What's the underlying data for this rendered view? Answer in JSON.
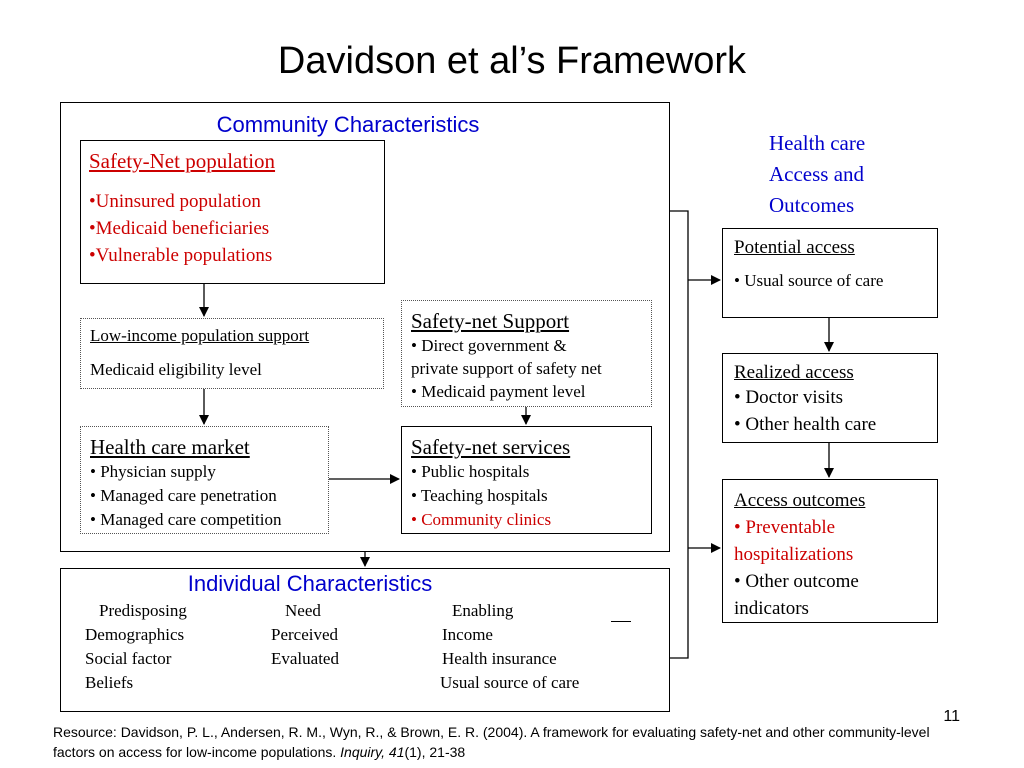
{
  "title": "Davidson et al’s Framework",
  "community": {
    "label": "Community Characteristics",
    "safety_net_population": {
      "title": "Safety-Net population",
      "items": [
        "•Uninsured population",
        "•Medicaid beneficiaries",
        "•Vulnerable populations"
      ]
    },
    "low_income_support": {
      "title": "Low-income population support",
      "item": "Medicaid eligibility level"
    },
    "safety_net_support": {
      "title": "Safety-net Support",
      "items": [
        "•  Direct government &",
        "private support of safety net",
        "•  Medicaid payment level"
      ]
    },
    "health_care_market": {
      "title": "Health care market",
      "items": [
        "• Physician supply",
        "• Managed care penetration",
        "• Managed care competition"
      ]
    },
    "safety_net_services": {
      "title": "Safety-net services",
      "items": [
        "•  Public hospitals",
        "•  Teaching hospitals"
      ],
      "highlight_item": "•  Community clinics"
    }
  },
  "individual": {
    "label": "Individual Characteristics",
    "headers": [
      "Predisposing",
      "Need",
      "Enabling"
    ],
    "columns": [
      [
        "Demographics",
        "Social factor",
        "Beliefs"
      ],
      [
        "Perceived",
        "Evaluated"
      ],
      [
        "Income",
        "Health insurance",
        "Usual source of care"
      ]
    ]
  },
  "outcomes": {
    "label_lines": [
      "Health care",
      "Access and",
      "Outcomes"
    ],
    "potential_access": {
      "title": "Potential access",
      "items": [
        "• Usual source of care"
      ]
    },
    "realized_access": {
      "title": "Realized access",
      "items": [
        "•  Doctor visits",
        "•  Other health care"
      ]
    },
    "access_outcomes": {
      "title": "Access outcomes",
      "red_lines": [
        "• Preventable",
        "hospitalizations"
      ],
      "items": [
        "• Other outcome",
        "indicators"
      ]
    }
  },
  "footnote": {
    "text": "Resource: Davidson, P. L., Andersen, R. M., Wyn, R., & Brown, E. R. (2004). A framework for evaluating safety-net and other community-level factors on access for low-income populations. ",
    "journal": "Inquiry, 41",
    "issue": "(1), 21-38"
  },
  "slide_number": "11",
  "colors": {
    "blue_label": "#0000cc",
    "red_text": "#cc0000"
  }
}
